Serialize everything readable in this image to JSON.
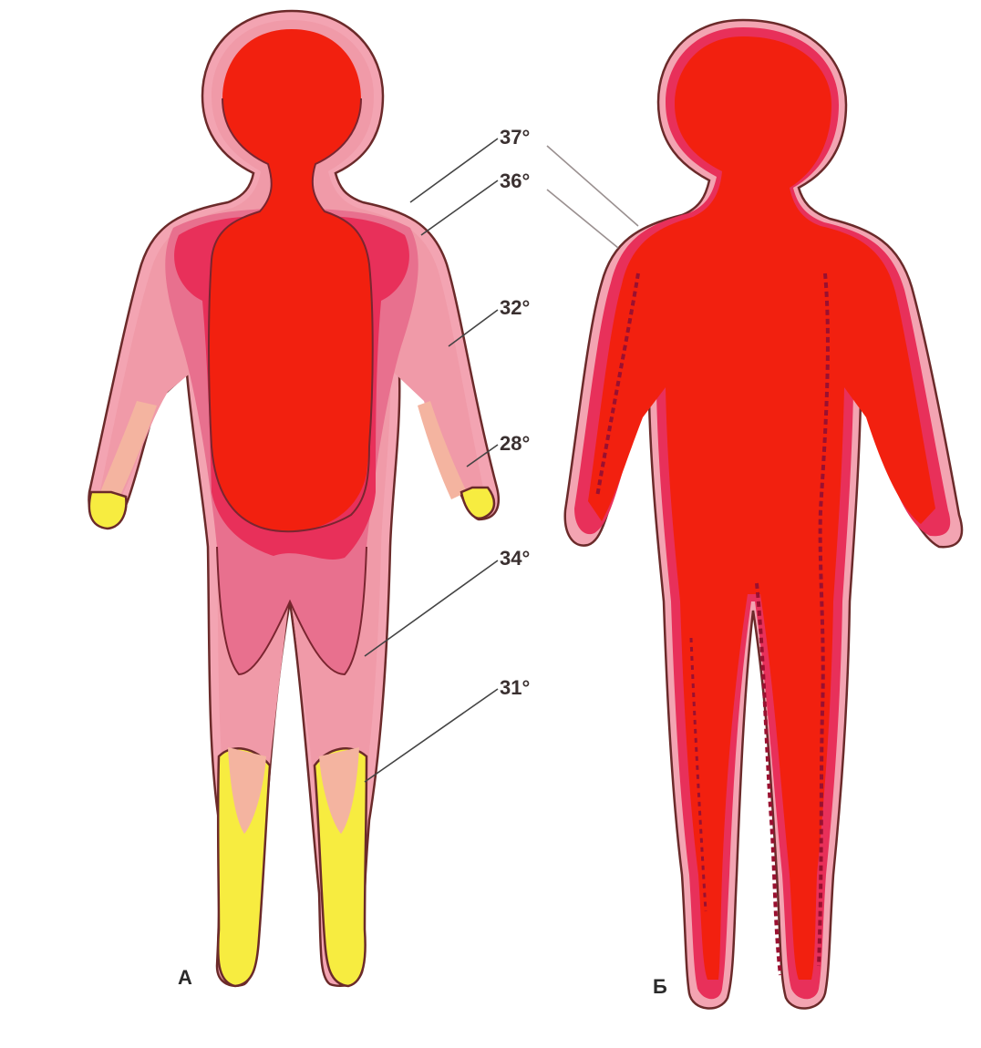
{
  "colors": {
    "core": "#f2200f",
    "zone_36": "#e8305a",
    "zone_34": "#e8708e",
    "zone_32": "#f09aa8",
    "zone_28": "#f4b4a0",
    "zone_31": "#f7ec40",
    "outer_halo": "#f3a4b2",
    "outline": "#6b2a2a"
  },
  "labels": {
    "t37": "37°",
    "t36": "36°",
    "t32": "32°",
    "t28": "28°",
    "t34": "34°",
    "t31": "31°"
  },
  "panels": {
    "a": "A",
    "b": "Б"
  }
}
